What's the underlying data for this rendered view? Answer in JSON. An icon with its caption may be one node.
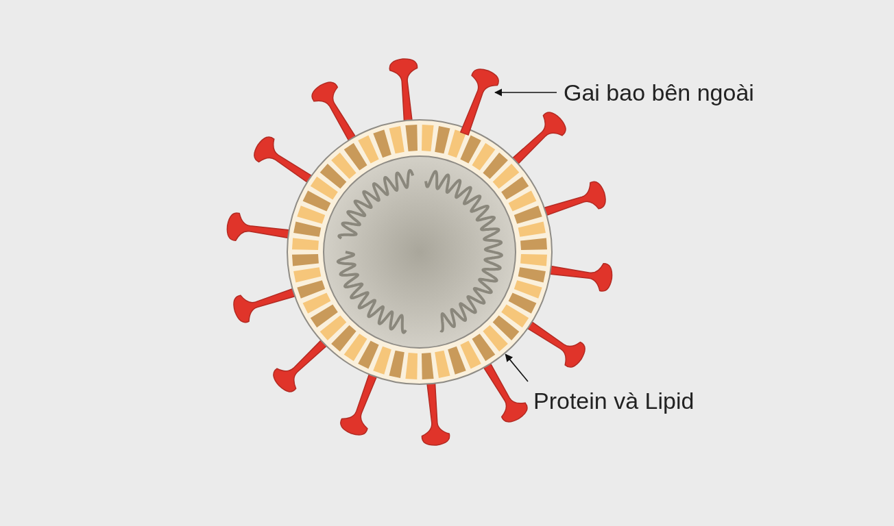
{
  "diagram": {
    "nodes": [
      {
        "text": [
          "Gai bao bên ngoài"
        ]
      },
      {
        "text": [],
        "shape": "picture"
      },
      {
        "text": [
          "Protein và Lipid"
        ]
      },
      {
        "text": [],
        "shape": "picture"
      }
    ],
    "edges": [
      {
        "from": 0,
        "to": 1,
        "arrow": "to"
      },
      {
        "from": 2,
        "to": 3,
        "arrow": "to"
      }
    ]
  }
}
